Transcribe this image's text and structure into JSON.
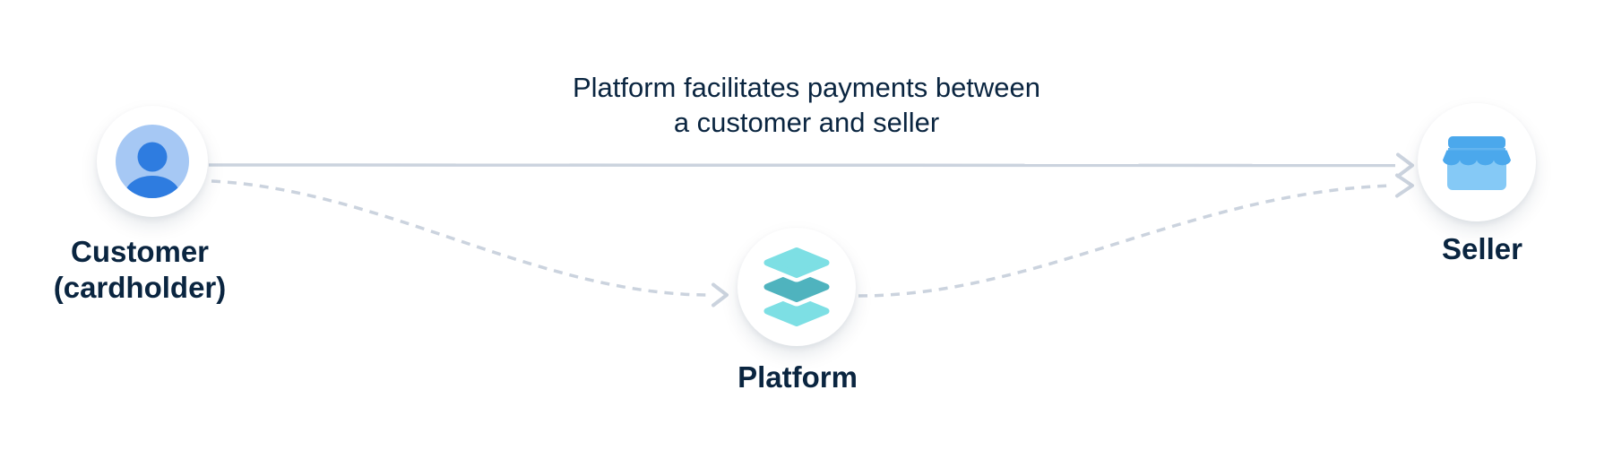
{
  "title": "Platform facilitates payments between\na customer and seller",
  "nodes": {
    "customer": {
      "label": "Customer\n(cardholder)",
      "icon": "person-avatar-icon"
    },
    "platform": {
      "label": "Platform",
      "icon": "layers-stack-icon"
    },
    "seller": {
      "label": "Seller",
      "icon": "storefront-icon"
    }
  },
  "connectors": [
    {
      "from": "customer",
      "to": "seller",
      "style": "solid"
    },
    {
      "from": "customer",
      "to": "platform",
      "style": "dashed"
    },
    {
      "from": "platform",
      "to": "seller",
      "style": "dashed"
    }
  ],
  "colors": {
    "canvas_bg": "#FFFFFF",
    "node_bg": "#FFFFFF",
    "text_navy": "#0A2540",
    "line_solid": "#CBD3DE",
    "line_dashed": "#CBD3DE",
    "avatar_bg": "#A6C8F4",
    "avatar_person": "#2E7CE0",
    "layers_light": "#7DDFE4",
    "layers_dark": "#4FB3BE",
    "store_frame": "#4BA8EC",
    "store_body": "#85C9F6",
    "store_separator": "#63B4EF"
  }
}
